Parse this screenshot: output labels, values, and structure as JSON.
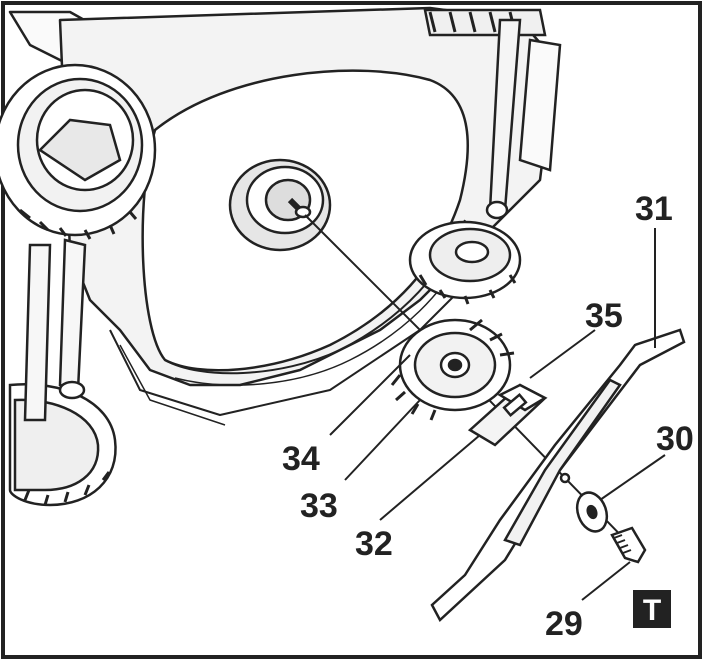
{
  "diagram": {
    "callouts": [
      {
        "id": "29",
        "label": "29"
      },
      {
        "id": "30",
        "label": "30"
      },
      {
        "id": "31",
        "label": "31"
      },
      {
        "id": "32",
        "label": "32"
      },
      {
        "id": "33",
        "label": "33"
      },
      {
        "id": "34",
        "label": "34"
      },
      {
        "id": "35",
        "label": "35"
      }
    ],
    "section_marker": "T"
  },
  "colors": {
    "line": "#222222",
    "fill_light": "#f4f4f4",
    "fill_mid": "#dcdcdc",
    "fill_dark": "#555555",
    "marker_bg": "#222222"
  }
}
